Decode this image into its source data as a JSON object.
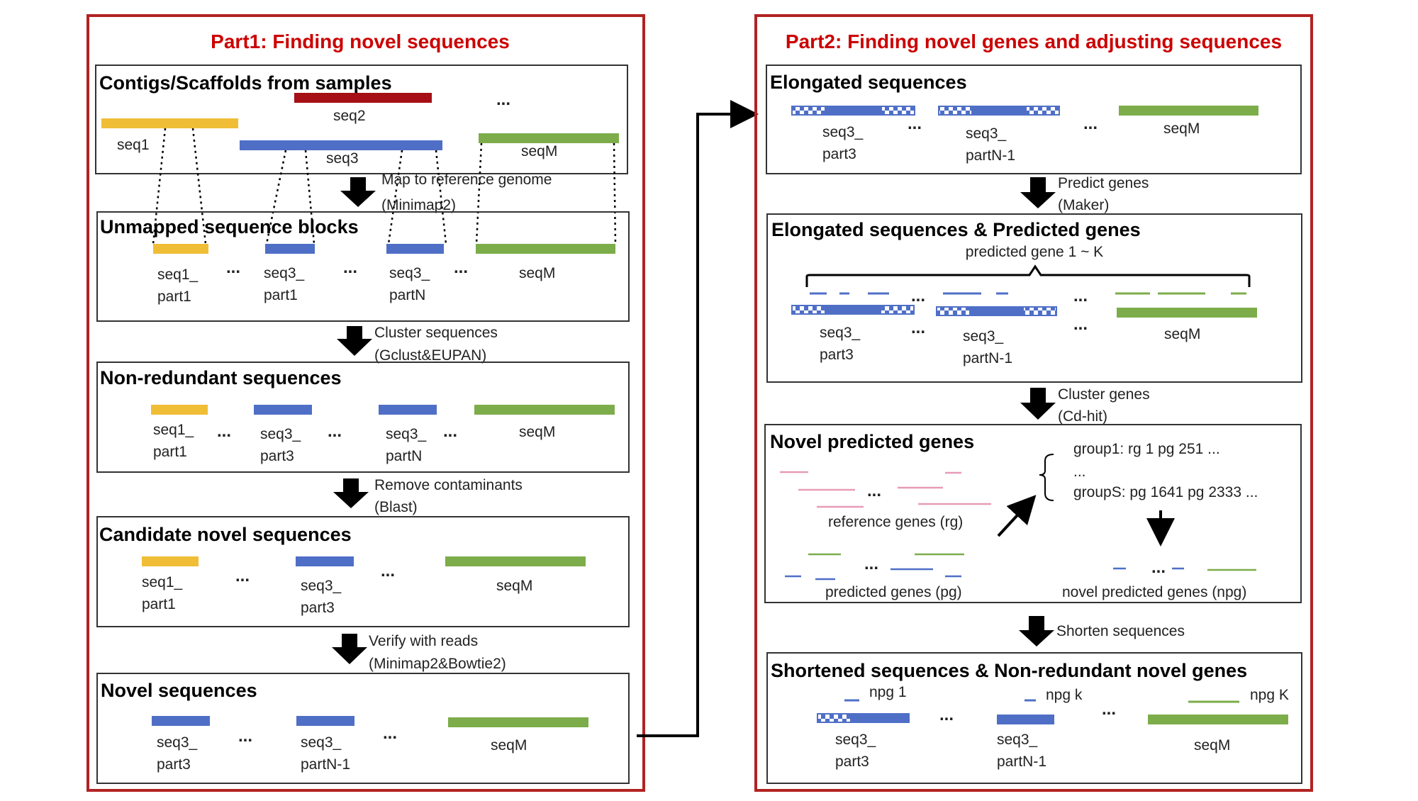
{
  "colors": {
    "frame": "#b22222",
    "part_title": "#cc0000",
    "yellow": "#f0bd36",
    "red": "#a50f15",
    "blue": "#4f6fc7",
    "green": "#7cad4a",
    "pink": "#e89ab8",
    "checker": "#ffffff"
  },
  "ellipsis": "...",
  "part1": {
    "title": "Part1: Finding novel sequences",
    "box1": {
      "title": "Contigs/Scaffolds from samples",
      "seq1": "seq1",
      "seq2": "seq2",
      "seq3": "seq3",
      "seqM": "seqM"
    },
    "step1": {
      "line1": "Map to reference genome",
      "line2": "(Minimap2)"
    },
    "box2": {
      "title": "Unmapped sequence blocks",
      "a1": "seq1_",
      "a2": "part1",
      "b1": "seq3_",
      "b2": "part1",
      "c1": "seq3_",
      "c2": "partN",
      "d1": "seqM"
    },
    "step2": {
      "line1": "Cluster sequences",
      "line2": "(Gclust&EUPAN)"
    },
    "box3": {
      "title": "Non-redundant sequences",
      "a1": "seq1_",
      "a2": "part1",
      "b1": "seq3_",
      "b2": "part3",
      "c1": "seq3_",
      "c2": "partN",
      "d1": "seqM"
    },
    "step3": {
      "line1": "Remove contaminants",
      "line2": "(Blast)"
    },
    "box4": {
      "title": "Candidate novel sequences",
      "a1": "seq1_",
      "a2": "part1",
      "b1": "seq3_",
      "b2": "part3",
      "d1": "seqM"
    },
    "step4": {
      "line1": "Verify with reads",
      "line2": "(Minimap2&Bowtie2)"
    },
    "box5": {
      "title": "Novel sequences",
      "a1": "seq3_",
      "a2": "part3",
      "b1": "seq3_",
      "b2": "partN-1",
      "d1": "seqM"
    }
  },
  "part2": {
    "title": "Part2: Finding novel genes and adjusting sequences",
    "box1": {
      "title": "Elongated sequences",
      "a1": "seq3_",
      "a2": "part3",
      "b1": "seq3_",
      "b2": "partN-1",
      "d1": "seqM"
    },
    "step1": {
      "line1": "Predict genes",
      "line2": "(Maker)"
    },
    "box2": {
      "title": "Elongated sequences & Predicted genes",
      "subtitle": "predicted gene 1 ~ K",
      "a1": "seq3_",
      "a2": "part3",
      "b1": "seq3_",
      "b2": "partN-1",
      "d1": "seqM"
    },
    "step2": {
      "line1": "Cluster genes",
      "line2": "(Cd-hit)"
    },
    "box3": {
      "title": "Novel predicted genes",
      "ref_label": "reference genes (rg)",
      "pred_label": "predicted genes (pg)",
      "group1": "group1: rg 1 pg 251 ...",
      "group_mid": "...",
      "groupS": "groupS: pg 1641 pg 2333 ...",
      "npg_label": "novel predicted genes (npg)"
    },
    "step3": {
      "line1": "Shorten sequences"
    },
    "box4": {
      "title": "Shortened sequences & Non-redundant novel genes",
      "npg1": "npg 1",
      "npgk": "npg k",
      "npgK": "npg K",
      "a1": "seq3_",
      "a2": "part3",
      "b1": "seq3_",
      "b2": "partN-1",
      "d1": "seqM"
    }
  }
}
